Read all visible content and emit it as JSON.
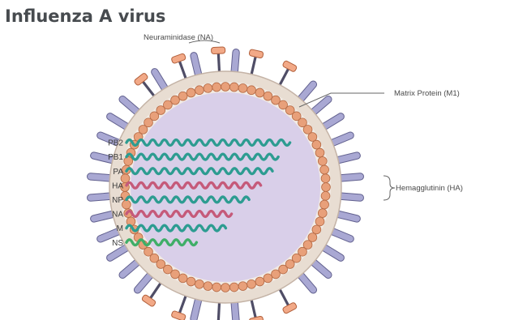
{
  "title": "Influenza A virus",
  "labels": {
    "neuraminidase": "Neuraminidase (NA)",
    "matrix_protein": "Matrix Protein (M1)",
    "hemagglutinin": "Hemagglutinin (HA)"
  },
  "segments": [
    {
      "name": "PB2",
      "kind": "teal"
    },
    {
      "name": "PB1",
      "kind": "teal"
    },
    {
      "name": "PA",
      "kind": "teal"
    },
    {
      "name": "HA",
      "kind": "red"
    },
    {
      "name": "NP",
      "kind": "teal"
    },
    {
      "name": "NA",
      "kind": "red"
    },
    {
      "name": "M",
      "kind": "teal"
    },
    {
      "name": "NS",
      "kind": "green"
    }
  ],
  "colors": {
    "title": "#474b4f",
    "envelope": "#e8ddd2",
    "interior": "#d9cfe9",
    "matrix_bead": "#e8a07a",
    "matrix_bead_stroke": "#b56a45",
    "ha_spike": "#a9a8d3",
    "ha_spike_stroke": "#62618f",
    "na_stalk": "#4f4d66",
    "na_head": "#f2a987",
    "na_head_stroke": "#b2603c",
    "rna_teal": "#2d9c91",
    "rna_red": "#c55a7a",
    "rna_green": "#3fae68"
  }
}
